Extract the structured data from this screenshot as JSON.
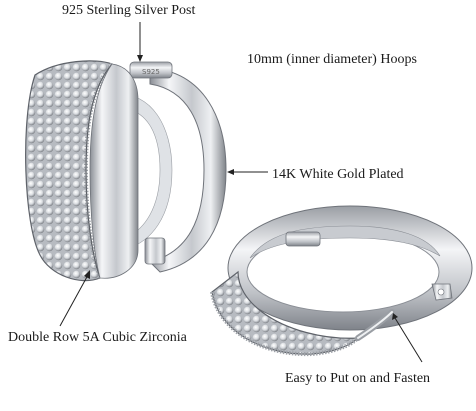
{
  "labels": {
    "post": "925 Sterling Silver Post",
    "hoops": "10mm (inner diameter) Hoops",
    "gold": "14K White Gold Plated",
    "cz": "Double Row 5A Cubic Zirconia",
    "fasten": "Easy to Put on and Fasten",
    "stamp": "S925"
  },
  "colors": {
    "metal_light": "#f4f5f7",
    "metal_mid": "#c9ccd1",
    "metal_dark": "#7d8187",
    "stone": "#e9ebee",
    "line": "#222222"
  }
}
